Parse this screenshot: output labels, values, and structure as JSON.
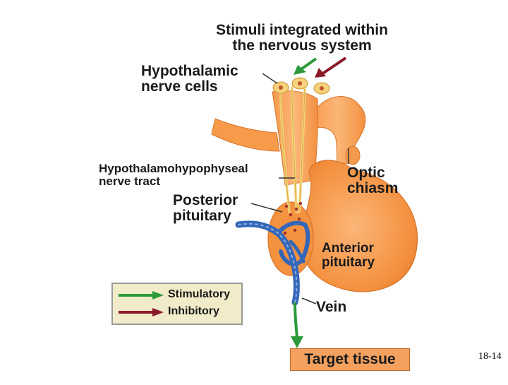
{
  "labels": {
    "stimuli_line1": "Stimuli integrated within",
    "stimuli_line2": "the nervous system",
    "hypothalamic_line1": "Hypothalamic",
    "hypothalamic_line2": "nerve cells",
    "tract_line1": "Hypothalamohypophyseal",
    "tract_line2": "nerve tract",
    "posterior_line1": "Posterior",
    "posterior_line2": "pituitary",
    "optic_line1": "Optic",
    "optic_line2": "chiasm",
    "anterior_line1": "Anterior",
    "anterior_line2": "pituitary",
    "vein": "Vein",
    "target": "Target tissue"
  },
  "legend": {
    "stimulatory": "Stimulatory",
    "inhibitory": "Inhibitory"
  },
  "slide_number": "18-14",
  "colors": {
    "stimulatory_arrow": "#2a9a3a",
    "inhibitory_arrow": "#8a1a2a",
    "gland": "#f79a4a",
    "vessel": "#3566b8",
    "nerve": "#f5d77a",
    "target_box": "#f4a15f"
  }
}
